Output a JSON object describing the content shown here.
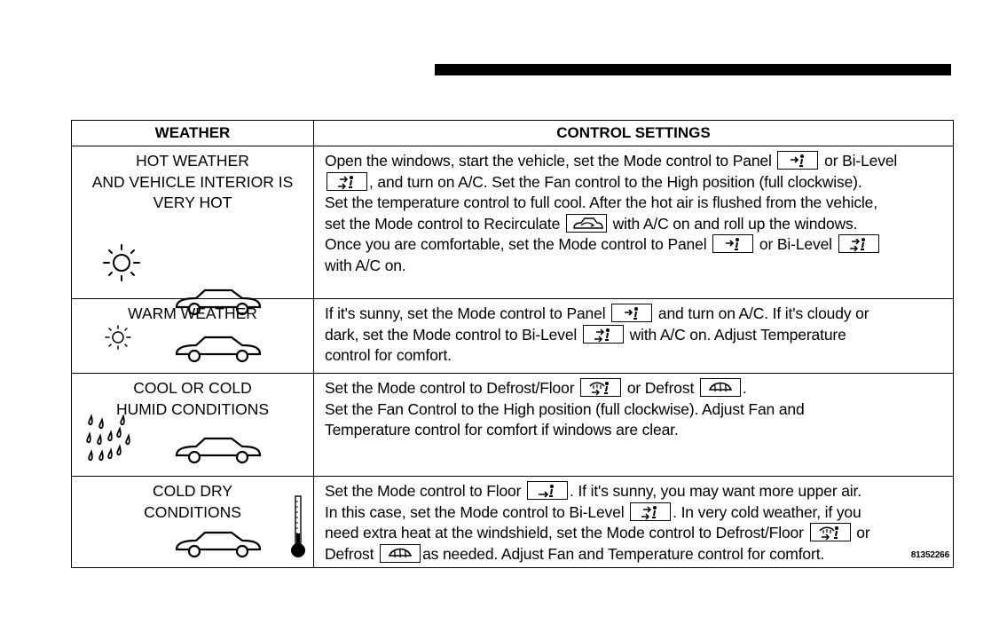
{
  "headers": {
    "weather": "WEATHER",
    "control_settings": "CONTROL SETTINGS"
  },
  "rows": [
    {
      "weather_lines": [
        "HOT WEATHER",
        "AND VEHICLE INTERIOR IS",
        "VERY HOT"
      ],
      "icons": [
        "sun-icon",
        "car-icon"
      ],
      "text": {
        "l1a": "Open the windows, start the vehicle, set the Mode control to Panel",
        "l1b": "or Bi-Level",
        "l2": ", and turn on A/C. Set the Fan control to the High position (full clockwise).",
        "l3": "Set the temperature control to full cool. After the hot air is flushed from the vehicle,",
        "l4a": "set the Mode control to Recirculate",
        "l4b": "with A/C on and roll up the windows.",
        "l5a": "Once you are comfortable, set the Mode control to Panel",
        "l5b": "or Bi-Level",
        "l6": "with A/C on."
      }
    },
    {
      "weather_lines": [
        "WARM WEATHER"
      ],
      "icons": [
        "small-sun-icon",
        "car-icon"
      ],
      "text": {
        "l1a": "If it's sunny, set the Mode control to Panel",
        "l1b": "and turn on A/C. If it's cloudy or",
        "l2a": "dark, set the Mode control to Bi-Level",
        "l2b": "with A/C on. Adjust Temperature",
        "l3": "control for comfort."
      }
    },
    {
      "weather_lines": [
        "COOL OR COLD",
        "HUMID CONDITIONS"
      ],
      "icons": [
        "raindrops-icon",
        "car-icon"
      ],
      "text": {
        "l1a": "Set the Mode control to Defrost/Floor",
        "l1b": "or Defrost",
        "l1c": ".",
        "l2": "Set the Fan Control to the High position (full clockwise). Adjust Fan and",
        "l3": "Temperature control for comfort if windows are clear."
      }
    },
    {
      "weather_lines": [
        "COLD DRY",
        "CONDITIONS"
      ],
      "icons": [
        "thermometer-icon",
        "car-icon"
      ],
      "text": {
        "l1a": "Set the Mode control to Floor",
        "l1b": ". If it's sunny, you may want more upper air.",
        "l2a": "In this case, set the Mode control to Bi-Level",
        "l2b": ". In very cold weather, if you",
        "l3a": "need extra heat at the windshield, set the Mode control to Defrost/Floor",
        "l3b": "or",
        "l4a": "Defrost",
        "l4b": "as needed. Adjust Fan and Temperature control for comfort."
      }
    }
  ],
  "figure_code": "81352266"
}
